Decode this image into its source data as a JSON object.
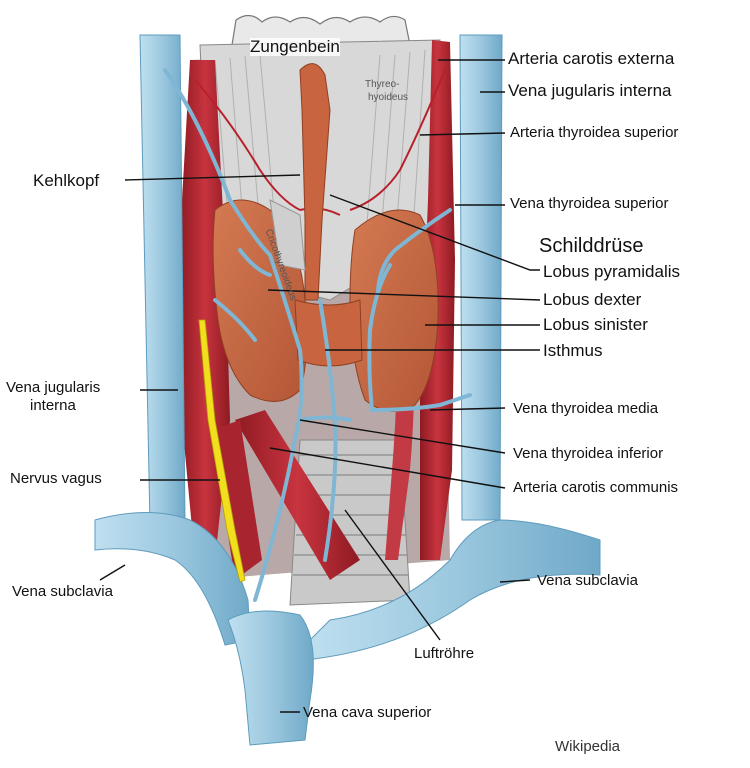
{
  "labels": {
    "zungenbein": "Zungenbein",
    "arteria_carotis_externa": "Arteria carotis externa",
    "vena_jugularis_interna_right": "Vena jugularis interna",
    "arteria_thyroidea_superior": "Arteria thyroidea superior",
    "kehlkopf": "Kehlkopf",
    "vena_thyroidea_superior": "Vena thyroidea superior",
    "schilddruese": "Schilddrüse",
    "lobus_pyramidalis": "Lobus pyramidalis",
    "lobus_dexter": "Lobus dexter",
    "lobus_sinister": "Lobus sinister",
    "isthmus": "Isthmus",
    "vena_jugularis_interna_left_line1": "Vena jugularis",
    "vena_jugularis_interna_left_line2": "interna",
    "vena_thyroidea_media": "Vena thyroidea media",
    "vena_thyroidea_inferior": "Vena thyroidea inferior",
    "nervus_vagus": "Nervus vagus",
    "arteria_carotis_communis": "Arteria carotis communis",
    "vena_subclavia_left": "Vena subclavia",
    "vena_subclavia_right": "Vena subclavia",
    "luftroehre": "Luftröhre",
    "vena_cava_superior": "Vena cava superior",
    "wikipedia": "Wikipedia",
    "cartilage_inscription_1": "Thyreo-",
    "cartilage_inscription_2": "hyoideus",
    "cartilage_inscription_3": "Cricothyreoideus"
  },
  "colors": {
    "vein": "#9cc8df",
    "vein_dark": "#5e9bbd",
    "artery": "#c8343f",
    "muscle": "#b7252f",
    "thyroid": "#c8643f",
    "cartilage": "#d8d8d8",
    "nerve": "#f1de1e",
    "leader": "#111111"
  }
}
